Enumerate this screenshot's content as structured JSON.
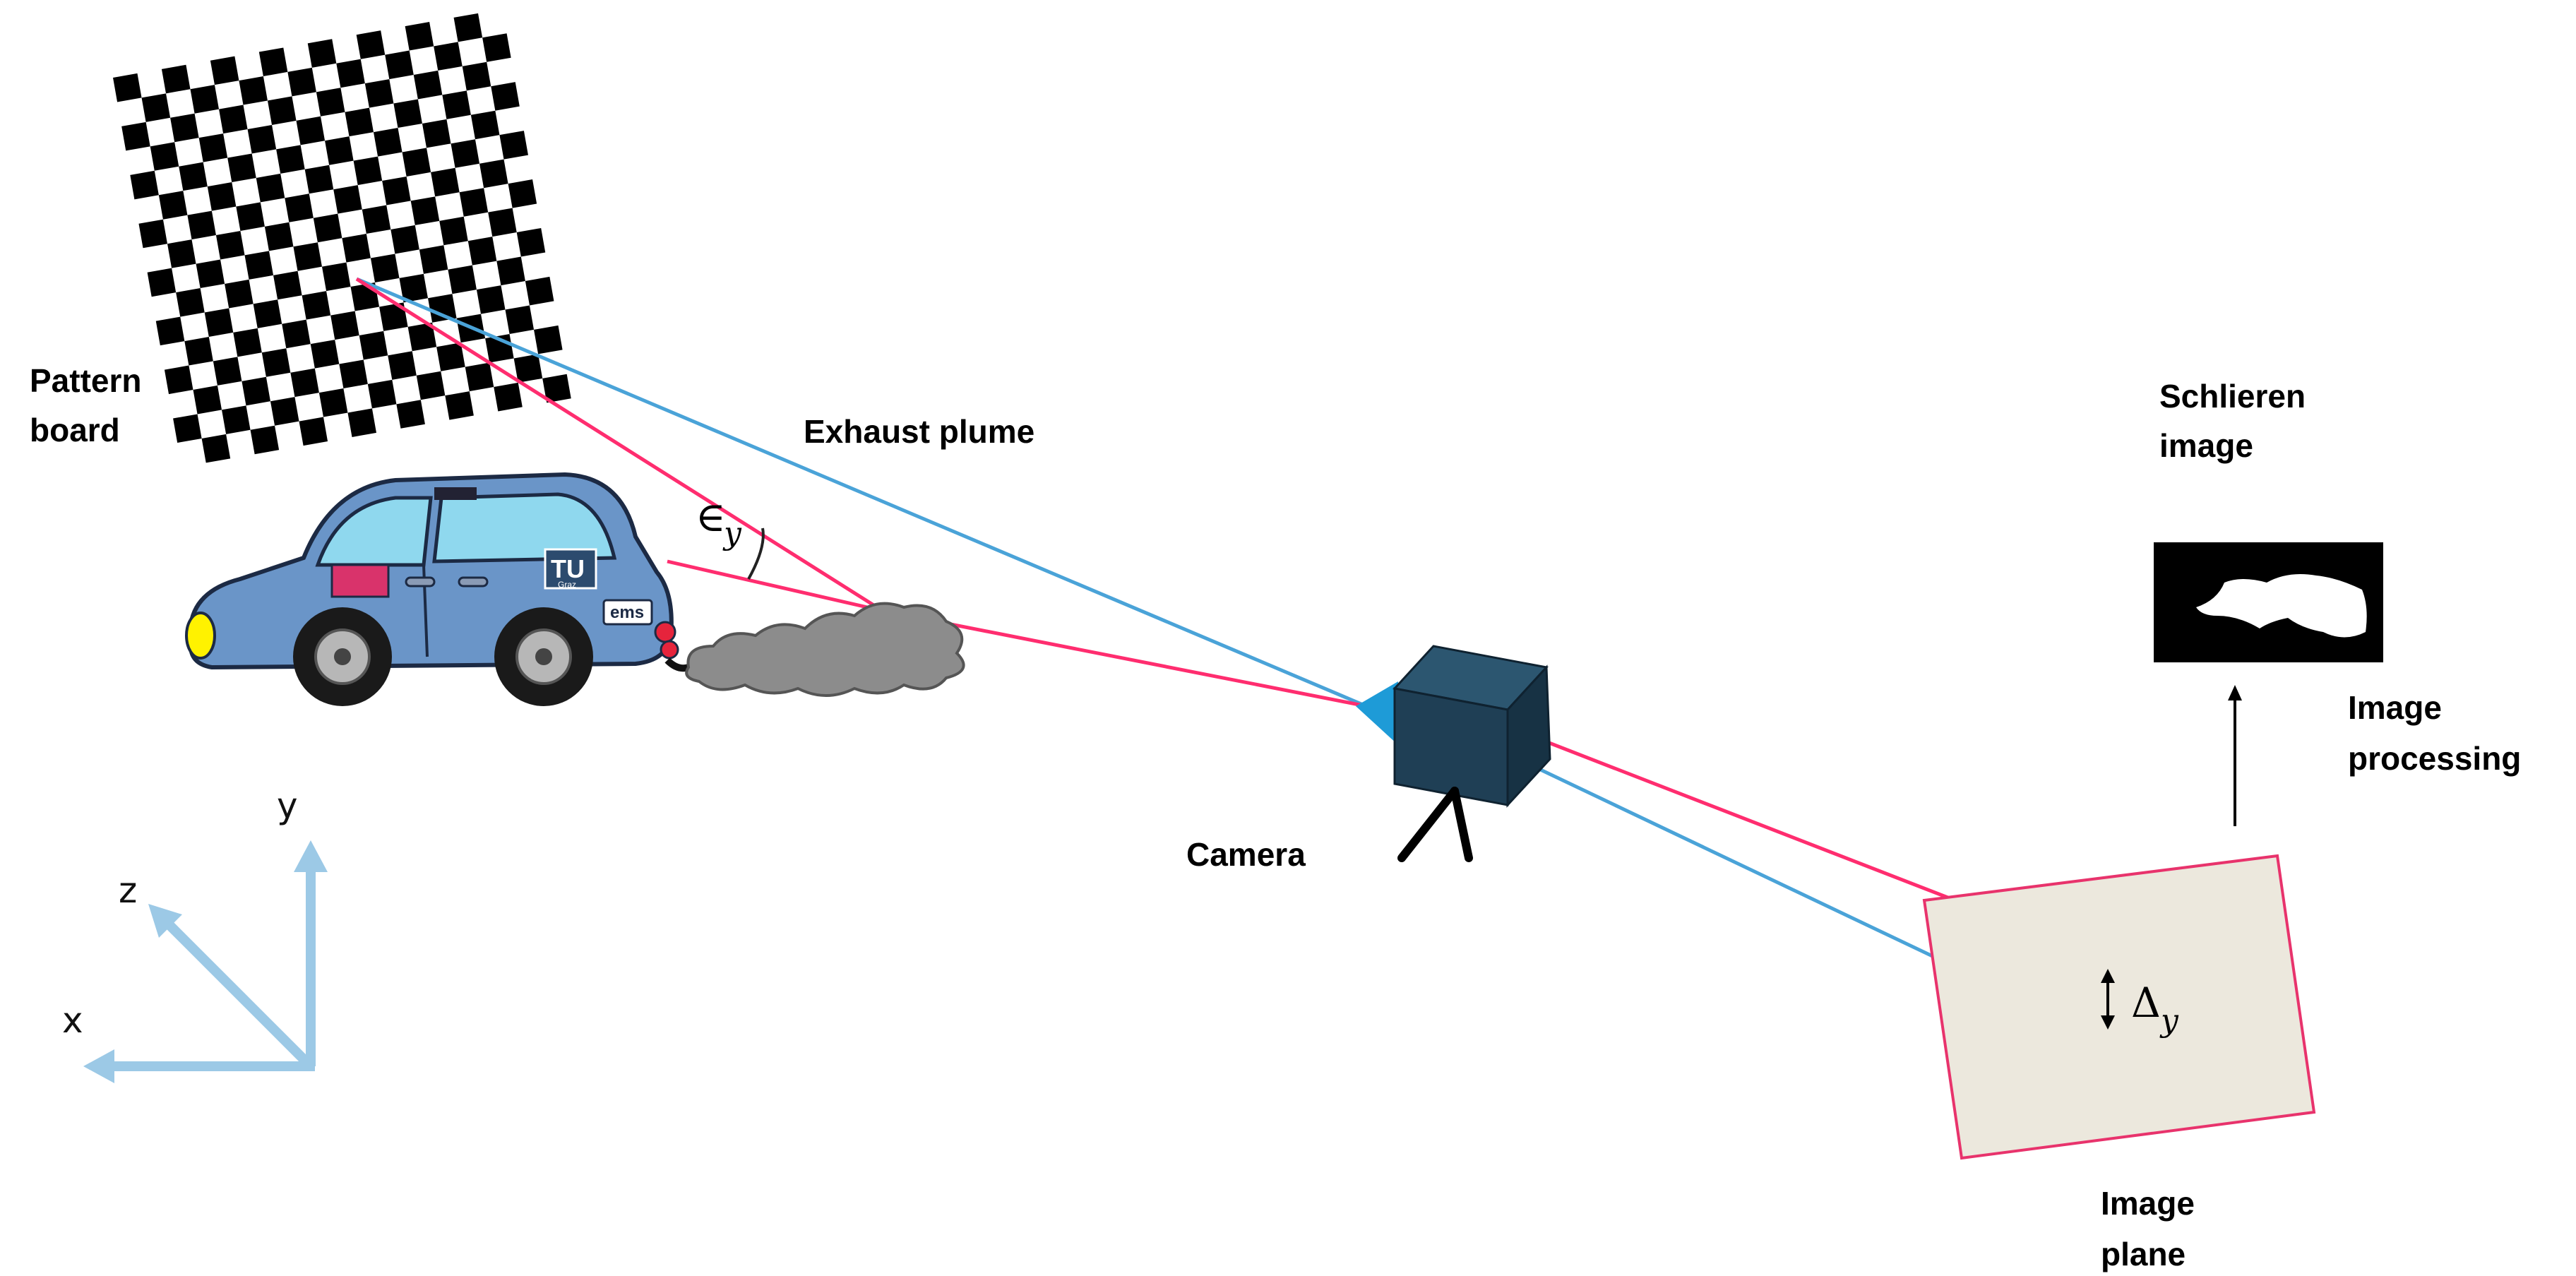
{
  "labels": {
    "pattern_board": [
      "Pattern",
      "board"
    ],
    "exhaust_plume": "Exhaust plume",
    "camera": "Camera",
    "schlieren_image": [
      "Schlieren",
      "image"
    ],
    "image_processing": [
      "Image",
      "processing"
    ],
    "image_plane": [
      "Image",
      "plane"
    ]
  },
  "symbols": {
    "deflection_angle": {
      "base": "∈",
      "sub": "y"
    },
    "displacement": {
      "base": "Δ",
      "sub": "y"
    }
  },
  "axes": {
    "x": "x",
    "y": "y",
    "z": "z"
  },
  "car_decals": {
    "brand": "TU",
    "sub_brand": "Graz",
    "sticker": "ems"
  },
  "colors": {
    "ray_deflected": "#ff2d6f",
    "ray_reference": "#4aa3d8",
    "axes": "#9cc9e6",
    "car_body": "#6a95c8",
    "smoke": "#8c8c8c",
    "camera_body": "#1f3f55",
    "camera_lens": "#1e9bd7",
    "image_plane_fill": "#ece8dd",
    "image_plane_border": "#e8336c"
  }
}
